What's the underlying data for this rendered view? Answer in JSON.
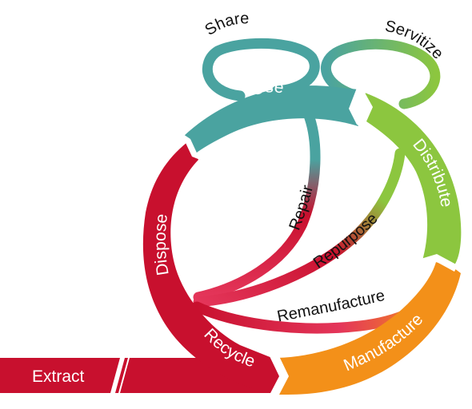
{
  "stages": {
    "extract": "Extract",
    "manufacture": "Manufacture",
    "distribute": "Distribute",
    "use": "Use",
    "dispose": "Dispose",
    "recycle": "Recycle"
  },
  "loops": {
    "share": "Share",
    "servitize": "Servitize",
    "repair": "Repair",
    "repurpose": "Repurpose",
    "remanufacture": "Remanufacture"
  },
  "colors": {
    "red": "#c8102e",
    "teal": "#4aa3a0",
    "green": "#8cc63f",
    "orange": "#f39019",
    "pink": "#e4365a"
  }
}
